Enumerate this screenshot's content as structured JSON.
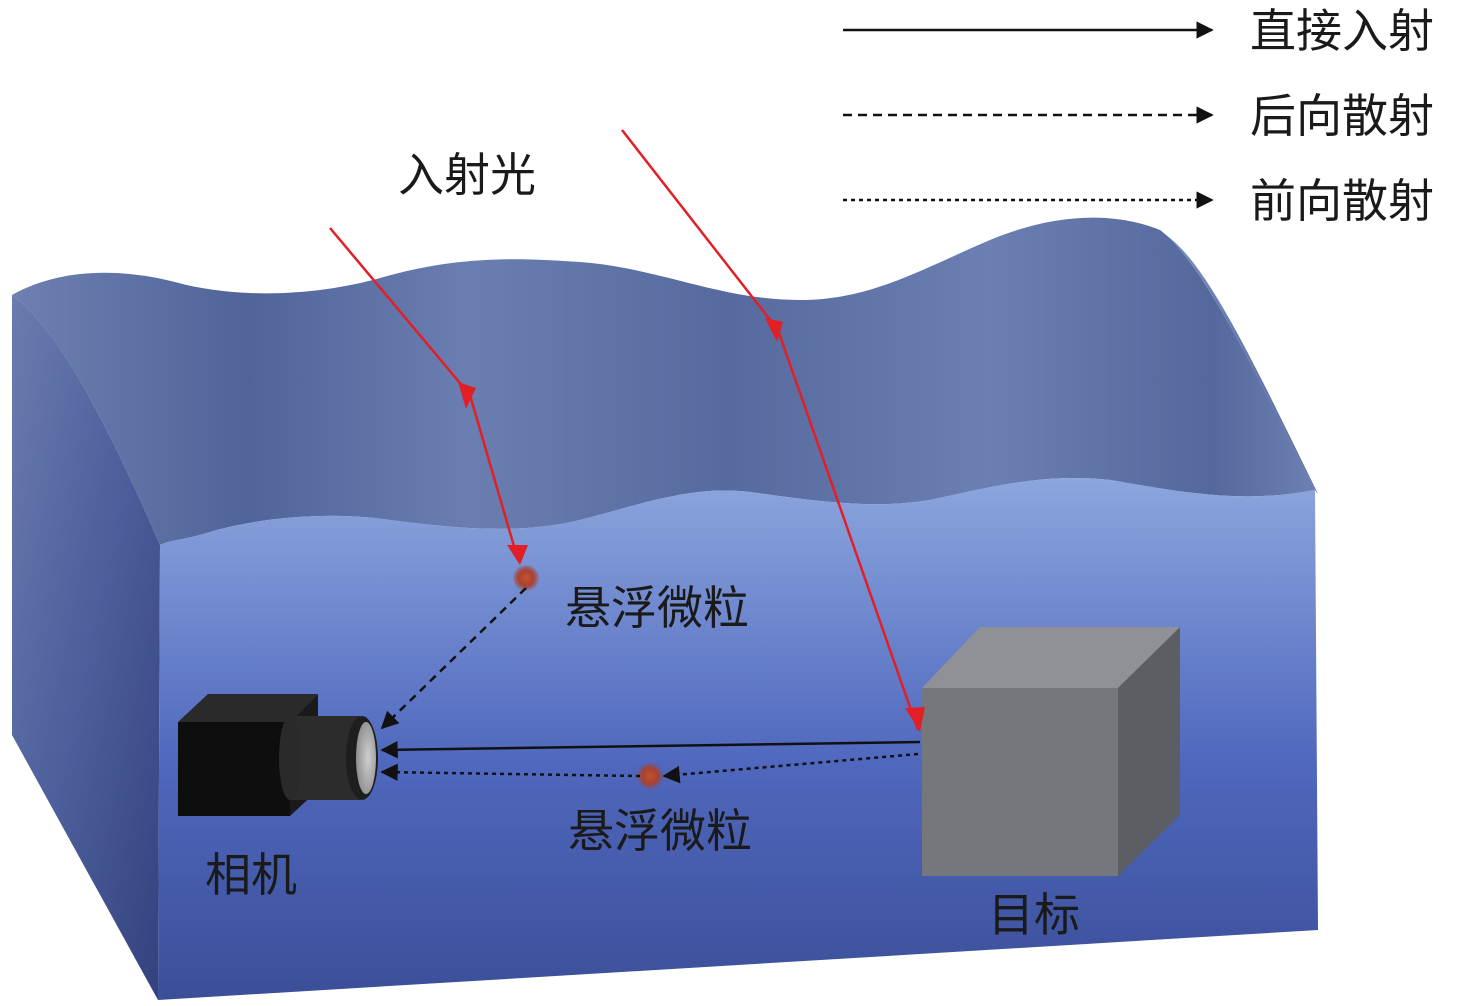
{
  "legend": {
    "items": [
      {
        "label": "直接入射",
        "line": "solid"
      },
      {
        "label": "后向散射",
        "line": "dashed"
      },
      {
        "label": "前向散射",
        "line": "dotted"
      }
    ]
  },
  "labels": {
    "incident_light": "入射光",
    "particle_top": "悬浮微粒",
    "particle_bottom": "悬浮微粒",
    "camera": "相机",
    "target": "目标"
  },
  "colors": {
    "water_top": "#8aa4dc",
    "water_bottom": "#3e56a8",
    "surface": "#5f73a5",
    "ray": "#e21f26",
    "target_front": "#75777d",
    "particle": "#b8412b"
  }
}
